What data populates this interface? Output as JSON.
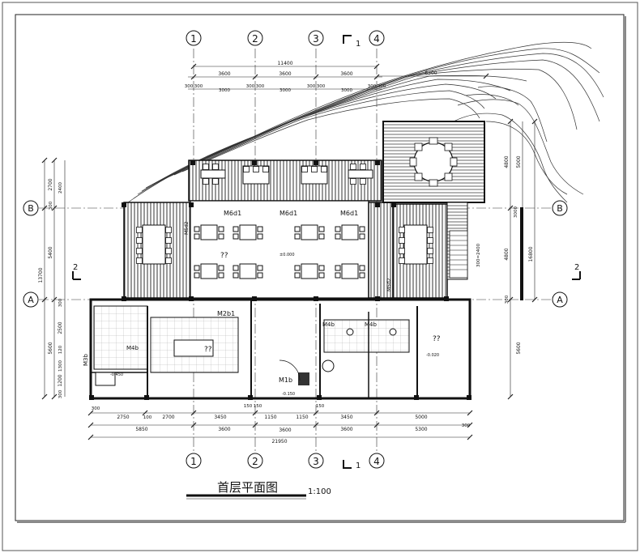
{
  "drawing": {
    "title": "首层平面图",
    "scale": "1:100"
  },
  "grid_axes": {
    "vertical": [
      "1",
      "2",
      "3",
      "4"
    ],
    "horizontal": [
      "A",
      "B"
    ]
  },
  "section_marks": {
    "top": "1",
    "bottom": "1",
    "left": "2",
    "right": "2"
  },
  "top_dimensions": {
    "overall": "11400",
    "right_extent": "6300",
    "bays": [
      "3600",
      "3600",
      "3600"
    ],
    "wall_offsets": [
      "300",
      "300",
      "300",
      "300",
      "300",
      "300",
      "300",
      "300"
    ],
    "clear_spans": [
      "3000",
      "3000",
      "3000"
    ]
  },
  "bottom_dimensions": {
    "row1": [
      "2750",
      "100",
      "2700",
      "3450",
      "150",
      "150",
      "1150",
      "3600",
      "1150",
      "150",
      "3450",
      "5000"
    ],
    "row2": [
      "5850",
      "3600",
      "3600",
      "5300"
    ],
    "row2_end": "300",
    "start": "300",
    "overall": "21950"
  },
  "left_dimensions": {
    "row_outer": [
      "2700",
      "300",
      "5400",
      "300",
      "2500",
      "5600",
      "1200",
      "300"
    ],
    "row_inner": [
      "2400",
      "120",
      "1300"
    ],
    "overall": "13700"
  },
  "right_dimensions": {
    "items": [
      "4800",
      "5000",
      "3000",
      "4800",
      "16800",
      "5600",
      "300"
    ]
  },
  "rooms": [
    {
      "label": "??"
    },
    {
      "label": "??"
    },
    {
      "label": "??"
    }
  ],
  "door_labels": [
    "M6d1",
    "M6d1",
    "M6d1",
    "M2b1",
    "M4b",
    "M4b",
    "M4b",
    "M1b",
    "M3b",
    "M5d2",
    "M5d2"
  ],
  "notes": {
    "dim_2400": "300=2400",
    "level_marks": [
      "±0.000",
      "-0.450",
      "-0.020",
      "-0.150"
    ]
  }
}
